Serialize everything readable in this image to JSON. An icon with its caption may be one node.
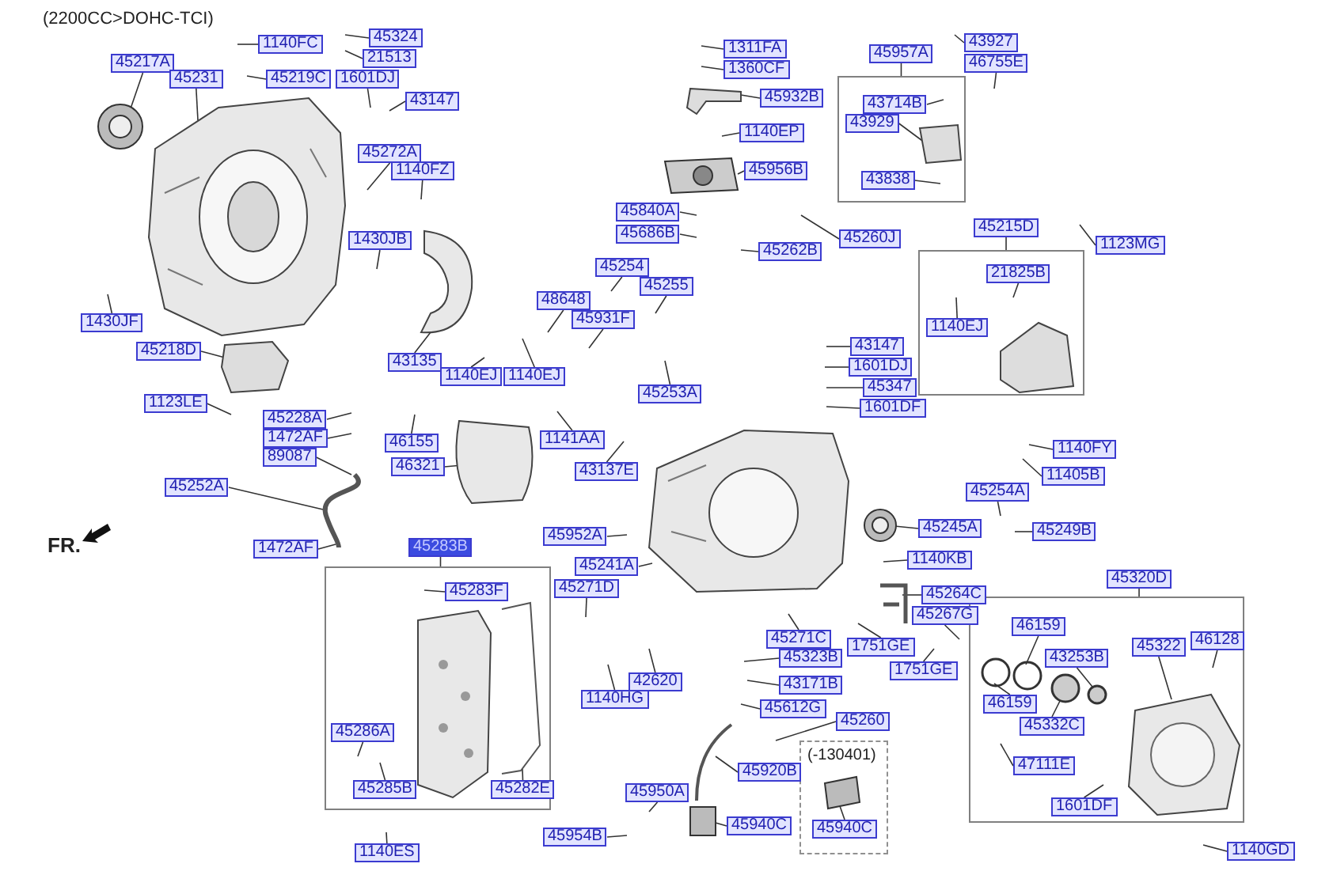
{
  "diagram": {
    "nodes": [
      {
        "text": [
          "45217A"
        ]
      },
      {
        "text": [
          "45231"
        ]
      },
      {
        "text": [
          "1140FC"
        ]
      },
      {
        "text": [
          "45324"
        ]
      },
      {
        "text": [
          "21513"
        ]
      },
      {
        "text": [
          "45219C"
        ]
      },
      {
        "text": [
          "1601DJ"
        ]
      },
      {
        "text": [
          "43147"
        ]
      },
      {
        "text": [
          "45272A"
        ]
      },
      {
        "text": [
          "1140FZ"
        ]
      },
      {
        "text": [
          "1430JB"
        ]
      },
      {
        "text": [
          "1430JF"
        ]
      },
      {
        "text": [
          "45218D"
        ]
      },
      {
        "text": [
          "43135"
        ]
      },
      {
        "text": [
          "1140EJ"
        ]
      },
      {
        "text": [
          "1123LE"
        ]
      },
      {
        "text": [
          "45228A"
        ]
      },
      {
        "text": [
          "1472AF"
        ]
      },
      {
        "text": [
          "89087"
        ]
      },
      {
        "text": [
          "45252A"
        ]
      },
      {
        "text": [
          "1472AF"
        ]
      },
      {
        "text": [
          "46155"
        ]
      },
      {
        "text": [
          "46321"
        ]
      },
      {
        "text": [
          "48648"
        ]
      },
      {
        "text": [
          "45254"
        ]
      },
      {
        "text": [
          "45255"
        ]
      },
      {
        "text": [
          "45931F"
        ]
      },
      {
        "text": [
          "1140EJ"
        ]
      },
      {
        "text": [
          "45253A"
        ]
      },
      {
        "text": [
          "1141AA"
        ]
      },
      {
        "text": [
          "43137E"
        ]
      },
      {
        "text": [
          "1311FA"
        ]
      },
      {
        "text": [
          "1360CF"
        ]
      },
      {
        "text": [
          "45932B"
        ]
      },
      {
        "text": [
          "1140EP"
        ]
      },
      {
        "text": [
          "45956B"
        ]
      },
      {
        "text": [
          "45840A"
        ]
      },
      {
        "text": [
          "45686B"
        ]
      },
      {
        "text": [
          "45260J"
        ]
      },
      {
        "text": [
          "45262B"
        ]
      },
      {
        "text": [],
        "shape": "box"
      },
      {
        "text": [
          "45957A"
        ]
      },
      {
        "text": [
          "43927"
        ]
      },
      {
        "text": [
          "46755E"
        ]
      },
      {
        "text": [
          "43714B"
        ],
        "in": 40
      },
      {
        "text": [
          "43929"
        ],
        "in": 40
      },
      {
        "text": [
          "43838"
        ],
        "in": 40
      },
      {
        "text": [],
        "shape": "box"
      },
      {
        "text": [
          "45215D"
        ]
      },
      {
        "text": [
          "1123MG"
        ]
      },
      {
        "text": [
          "21825B"
        ],
        "in": 47
      },
      {
        "text": [
          "1140EJ"
        ],
        "in": 47
      },
      {
        "text": [
          "43147"
        ]
      },
      {
        "text": [
          "1601DJ"
        ]
      },
      {
        "text": [
          "45347"
        ]
      },
      {
        "text": [
          "1601DF"
        ]
      },
      {
        "text": [
          "1140FY"
        ]
      },
      {
        "text": [
          "11405B"
        ]
      },
      {
        "text": [
          "45254A"
        ]
      },
      {
        "text": [
          "45245A"
        ]
      },
      {
        "text": [
          "45249B"
        ]
      },
      {
        "text": [
          "45952A"
        ]
      },
      {
        "text": [
          "45241A"
        ]
      },
      {
        "text": [
          "1140KB"
        ]
      },
      {
        "text": [
          "45283B"
        ]
      },
      {
        "text": [],
        "shape": "box"
      },
      {
        "text": [
          "45283F"
        ],
        "in": 65
      },
      {
        "text": [
          "45271D"
        ]
      },
      {
        "text": [
          "45264C"
        ]
      },
      {
        "text": [
          "45267G"
        ]
      },
      {
        "text": [
          "1751GE"
        ]
      },
      {
        "text": [
          "1751GE"
        ]
      },
      {
        "text": [
          "45271C"
        ]
      },
      {
        "text": [
          "45323B"
        ]
      },
      {
        "text": [
          "43171B"
        ]
      },
      {
        "text": [
          "45612G"
        ]
      },
      {
        "text": [
          "45260"
        ]
      },
      {
        "text": [
          "1140HG"
        ]
      },
      {
        "text": [
          "42620"
        ]
      },
      {
        "text": [],
        "shape": "box"
      },
      {
        "text": [
          "45320D"
        ]
      },
      {
        "text": [
          "46159"
        ],
        "in": 79
      },
      {
        "text": [
          "45322"
        ],
        "in": 79
      },
      {
        "text": [
          "46128"
        ],
        "in": 79
      },
      {
        "text": [
          "43253B"
        ],
        "in": 79
      },
      {
        "text": [
          "46159"
        ],
        "in": 79
      },
      {
        "text": [
          "45332C"
        ],
        "in": 79
      },
      {
        "text": [
          "47111E"
        ],
        "in": 79
      },
      {
        "text": [
          "1601DF"
        ],
        "in": 79
      },
      {
        "text": [
          "45286A"
        ],
        "in": 65
      },
      {
        "text": [
          "45285B"
        ],
        "in": 65
      },
      {
        "text": [
          "45282E"
        ],
        "in": 65
      },
      {
        "text": [
          "45920B"
        ]
      },
      {
        "text": [
          "45950A"
        ]
      },
      {
        "text": [
          "45940C"
        ]
      },
      {
        "text": [
          "45954B"
        ]
      },
      {
        "text": [
          "(-130401)"
        ]
      },
      {
        "text": [
          "45940C"
        ],
        "in": 96
      },
      {
        "text": [
          "1140ES"
        ]
      },
      {
        "text": [
          "1140GD"
        ]
      },
      {
        "text": [],
        "shape": "picture"
      },
      {
        "text": [],
        "shape": "picture"
      },
      {
        "text": [],
        "shape": "picture"
      },
      {
        "text": [],
        "shape": "box"
      },
      {
        "text": [],
        "shape": "picture"
      },
      {
        "text": [],
        "shape": "box"
      },
      {
        "text": [],
        "shape": "picture"
      },
      {
        "text": [],
        "shape": "picture"
      },
      {
        "text": [],
        "shape": "picture"
      },
      {
        "text": [],
        "shape": "box",
        "in": 40
      },
      {
        "text": [],
        "shape": "picture"
      },
      {
        "text": [],
        "shape": "picture"
      },
      {
        "text": [],
        "shape": "picture",
        "in": 65
      },
      {
        "text": [],
        "shape": "circle",
        "in": 79
      },
      {
        "text": [],
        "shape": "circle",
        "in": 79
      },
      {
        "text": [],
        "shape": "circle",
        "in": 79
      },
      {
        "text": [],
        "shape": "circle",
        "in": 79
      },
      {
        "text": [],
        "shape": "picture",
        "in": 79
      },
      {
        "text": [],
        "shape": "picture"
      },
      {
        "text": [],
        "shape": "box"
      },
      {
        "text": [],
        "shape": "box",
        "in": 96
      }
    ],
    "edges": [
      {
        "from": 0,
        "to": 101,
        "arrow": "none"
      },
      {
        "from": 1,
        "to": 100,
        "arrow": "none"
      },
      {
        "from": 2,
        "to": null,
        "arrow": "none"
      },
      {
        "from": 3,
        "to": null,
        "arrow": "none"
      },
      {
        "from": 4,
        "to": null,
        "arrow": "none"
      },
      {
        "from": 5,
        "to": null,
        "arrow": "none"
      },
      {
        "from": 6,
        "to": null,
        "arrow": "none"
      },
      {
        "from": 7,
        "to": null,
        "arrow": "none"
      },
      {
        "from": 8,
        "to": null,
        "arrow": "none"
      },
      {
        "from": 9,
        "to": null,
        "arrow": "none"
      },
      {
        "from": 10,
        "to": null,
        "arrow": "none"
      },
      {
        "from": 11,
        "to": null,
        "arrow": "none"
      },
      {
        "from": 12,
        "to": 103,
        "arrow": "none"
      },
      {
        "from": 13,
        "to": 102,
        "arrow": "none"
      },
      {
        "from": 14,
        "to": null,
        "arrow": "none"
      },
      {
        "from": 15,
        "to": null,
        "arrow": "none"
      },
      {
        "from": 16,
        "to": null,
        "arrow": "none"
      },
      {
        "from": 17,
        "to": null,
        "arrow": "none"
      },
      {
        "from": 18,
        "to": 104,
        "arrow": "none"
      },
      {
        "from": 19,
        "to": 104,
        "arrow": "none"
      },
      {
        "from": 20,
        "to": 104,
        "arrow": "none"
      },
      {
        "from": 21,
        "to": null,
        "arrow": "none"
      },
      {
        "from": 22,
        "to": 105,
        "arrow": "none"
      },
      {
        "from": 23,
        "to": null,
        "arrow": "none"
      },
      {
        "from": 24,
        "to": null,
        "arrow": "none"
      },
      {
        "from": 25,
        "to": null,
        "arrow": "none"
      },
      {
        "from": 26,
        "to": null,
        "arrow": "none"
      },
      {
        "from": 27,
        "to": null,
        "arrow": "none"
      },
      {
        "from": 28,
        "to": null,
        "arrow": "none"
      },
      {
        "from": 29,
        "to": null,
        "arrow": "none"
      },
      {
        "from": 30,
        "to": null,
        "arrow": "none"
      },
      {
        "from": 31,
        "to": null,
        "arrow": "none"
      },
      {
        "from": 32,
        "to": null,
        "arrow": "none"
      },
      {
        "from": 33,
        "to": 107,
        "arrow": "none"
      },
      {
        "from": 34,
        "to": null,
        "arrow": "none"
      },
      {
        "from": 35,
        "to": 108,
        "arrow": "none"
      },
      {
        "from": 36,
        "to": null,
        "arrow": "none"
      },
      {
        "from": 37,
        "to": null,
        "arrow": "none"
      },
      {
        "from": 38,
        "to": null,
        "arrow": "none"
      },
      {
        "from": 39,
        "to": null,
        "arrow": "none"
      },
      {
        "from": 41,
        "to": 40,
        "arrow": "none"
      },
      {
        "from": 42,
        "to": null,
        "arrow": "none"
      },
      {
        "from": 43,
        "to": null,
        "arrow": "none"
      },
      {
        "from": 44,
        "to": null,
        "arrow": "none"
      },
      {
        "from": 45,
        "to": 109,
        "arrow": "none"
      },
      {
        "from": 46,
        "to": null,
        "arrow": "none"
      },
      {
        "from": 48,
        "to": 47,
        "arrow": "none"
      },
      {
        "from": 49,
        "to": null,
        "arrow": "none"
      },
      {
        "from": 50,
        "to": null,
        "arrow": "none"
      },
      {
        "from": 51,
        "to": null,
        "arrow": "none"
      },
      {
        "from": 52,
        "to": null,
        "arrow": "none"
      },
      {
        "from": 53,
        "to": null,
        "arrow": "none"
      },
      {
        "from": 54,
        "to": null,
        "arrow": "none"
      },
      {
        "from": 55,
        "to": null,
        "arrow": "none"
      },
      {
        "from": 56,
        "to": null,
        "arrow": "none"
      },
      {
        "from": 57,
        "to": null,
        "arrow": "none"
      },
      {
        "from": 58,
        "to": null,
        "arrow": "none"
      },
      {
        "from": 59,
        "to": 110,
        "arrow": "none"
      },
      {
        "from": 60,
        "to": null,
        "arrow": "none"
      },
      {
        "from": 61,
        "to": null,
        "arrow": "none"
      },
      {
        "from": 62,
        "to": 106,
        "arrow": "none"
      },
      {
        "from": 63,
        "to": null,
        "arrow": "none"
      },
      {
        "from": 64,
        "to": 65,
        "arrow": "none"
      },
      {
        "from": 66,
        "to": null,
        "arrow": "none"
      },
      {
        "from": 67,
        "to": null,
        "arrow": "none"
      },
      {
        "from": 68,
        "to": 111,
        "arrow": "none"
      },
      {
        "from": 69,
        "to": null,
        "arrow": "none"
      },
      {
        "from": 70,
        "to": null,
        "arrow": "none"
      },
      {
        "from": 71,
        "to": null,
        "arrow": "none"
      },
      {
        "from": 72,
        "to": null,
        "arrow": "none"
      },
      {
        "from": 73,
        "to": null,
        "arrow": "none"
      },
      {
        "from": 74,
        "to": null,
        "arrow": "none"
      },
      {
        "from": 75,
        "to": null,
        "arrow": "none"
      },
      {
        "from": 76,
        "to": null,
        "arrow": "none"
      },
      {
        "from": 77,
        "to": null,
        "arrow": "none"
      },
      {
        "from": 78,
        "to": null,
        "arrow": "none"
      },
      {
        "from": 80,
        "to": 79,
        "arrow": "none"
      },
      {
        "from": 81,
        "to": 114,
        "arrow": "none"
      },
      {
        "from": 82,
        "to": 117,
        "arrow": "none"
      },
      {
        "from": 83,
        "to": null,
        "arrow": "none"
      },
      {
        "from": 84,
        "to": 116,
        "arrow": "none"
      },
      {
        "from": 85,
        "to": 113,
        "arrow": "none"
      },
      {
        "from": 86,
        "to": 115,
        "arrow": "none"
      },
      {
        "from": 87,
        "to": null,
        "arrow": "none"
      },
      {
        "from": 88,
        "to": null,
        "arrow": "none"
      },
      {
        "from": 89,
        "to": null,
        "arrow": "none"
      },
      {
        "from": 90,
        "to": null,
        "arrow": "none"
      },
      {
        "from": 91,
        "to": 112,
        "arrow": "none"
      },
      {
        "from": 92,
        "to": 118,
        "arrow": "none"
      },
      {
        "from": 93,
        "to": null,
        "arrow": "none"
      },
      {
        "from": 94,
        "to": 119,
        "arrow": "none"
      },
      {
        "from": 95,
        "to": null,
        "arrow": "none"
      },
      {
        "from": 97,
        "to": 120,
        "arrow": "none"
      },
      {
        "from": 98,
        "to": null,
        "arrow": "none"
      },
      {
        "from": 99,
        "to": null,
        "arrow": "none"
      }
    ],
    "labels": [
      "(2200CC>DOHC-TCI)",
      "FR."
    ]
  }
}
